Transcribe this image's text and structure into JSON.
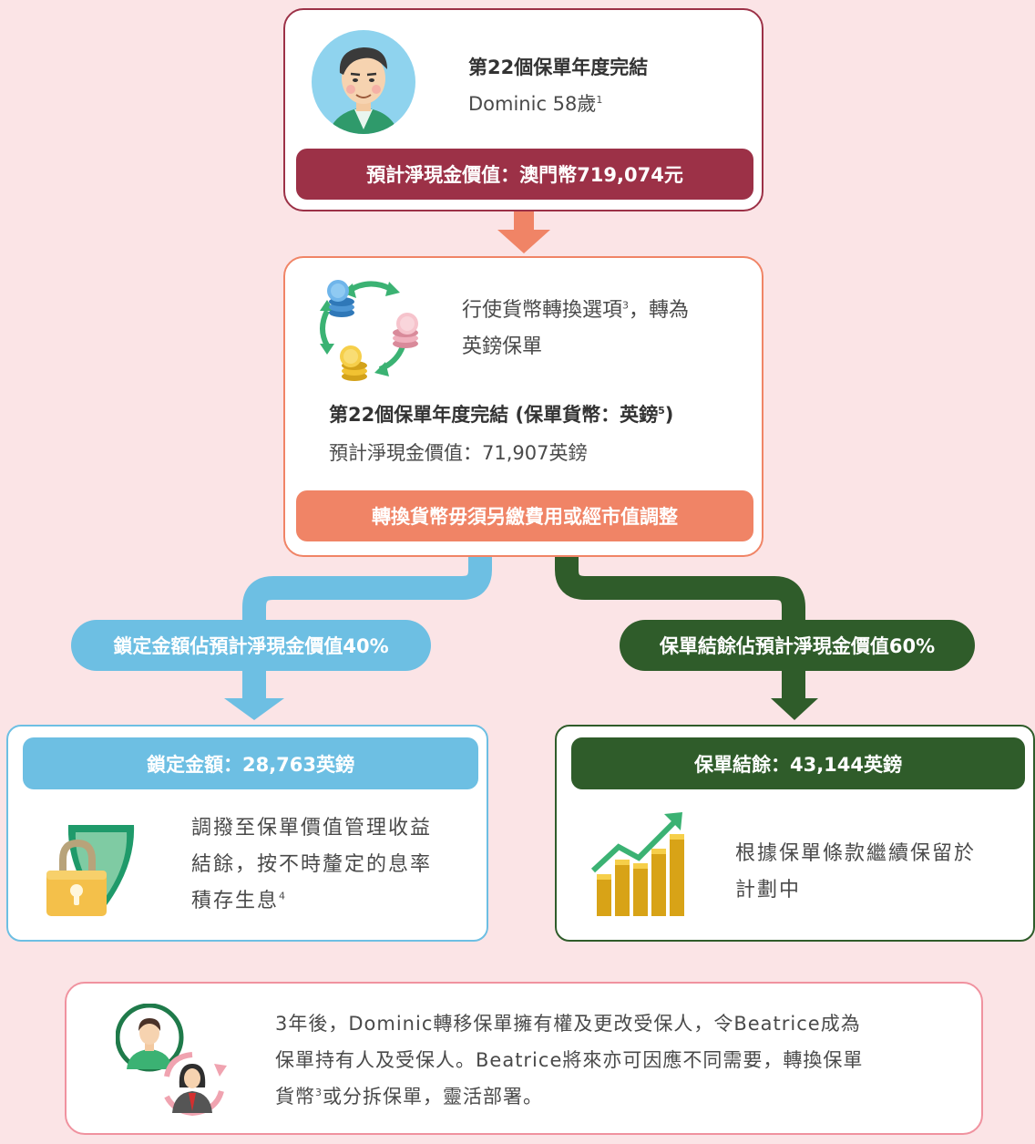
{
  "colors": {
    "background": "#fbe4e6",
    "maroon": "#9c3147",
    "salmon": "#f08466",
    "light_blue": "#6dbfe3",
    "dark_green": "#2f5c2a",
    "green_accent": "#3bb273"
  },
  "top_card": {
    "title": "第22個保單年度完結",
    "subtitle": "Dominic 58歲",
    "subtitle_sup": "1",
    "bar": "預計淨現金價值：澳門幣719,074元",
    "avatar_icon": "dominic-avatar-icon"
  },
  "middle_card": {
    "option_text_1": "行使貨幣轉換選項",
    "option_sup": "3",
    "option_text_2": "，轉為",
    "option_text_3": "英鎊保單",
    "heading_1": "第22個保單年度完結 (保單貨幣：英鎊",
    "heading_sup": "5",
    "heading_2": ")",
    "value_line": "預計淨現金價值：71,907英鎊",
    "bar": "轉換貨幣毋須另繳費用或經市值調整",
    "cycle_icon": "currency-exchange-icon"
  },
  "left_branch": {
    "pill": "鎖定金額佔預計淨現金價值40%",
    "bar": "鎖定金額：28,763英鎊",
    "line1": "調撥至保單價值管理收益",
    "line2": "結餘，按不時釐定的息率",
    "line3": "積存生息",
    "sup": "4",
    "icon": "shield-lock-icon"
  },
  "right_branch": {
    "pill": "保單結餘佔預計淨現金價值60%",
    "bar": "保單結餘：43,144英鎊",
    "line1": "根據保單條款繼續保留於",
    "line2": "計劃中",
    "icon": "growth-chart-icon"
  },
  "bottom_card": {
    "line1": "3年後，Dominic轉移保單擁有權及更改受保人，令Beatrice成為",
    "line2": "保單持有人及受保人。Beatrice將來亦可因應不同需要，轉換保單",
    "line3_a": "貨幣",
    "line3_sup": "3",
    "line3_b": "或分拆保單，靈活部署。",
    "icon": "ownership-transfer-icon"
  }
}
